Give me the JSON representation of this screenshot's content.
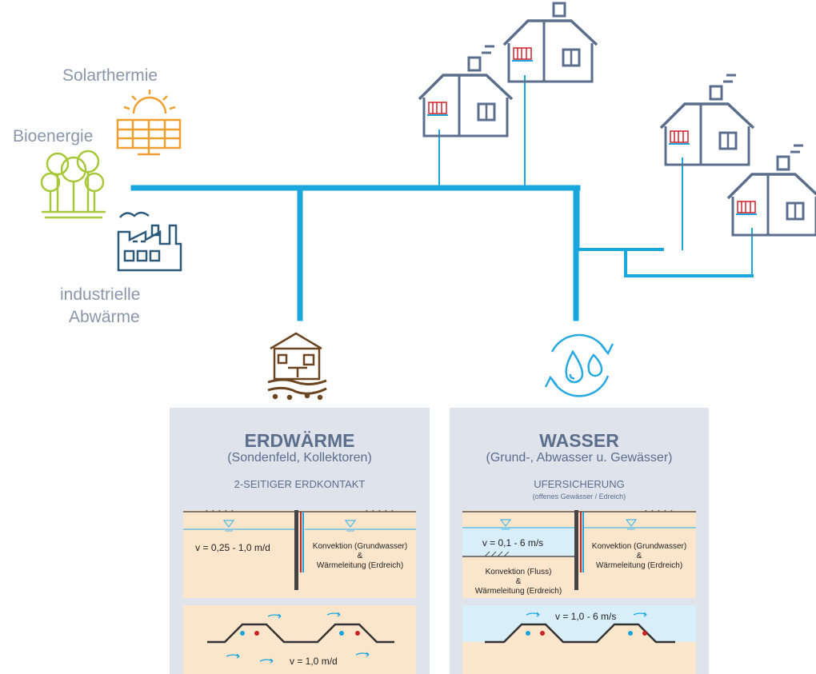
{
  "sources": {
    "solar_label": "Solarthermie",
    "bio_label": "Bioenergie",
    "industrial_label_line1": "industrielle",
    "industrial_label_line2": "Abwärme"
  },
  "panel_left": {
    "title": "ERDWÄRME",
    "subtitle": "(Sondenfeld, Kollektoren)",
    "heading": "2-SEITIGER ERDKONTAKT",
    "velocity_top": "v = 0,25 - 1,0 m/d",
    "convection_line1": "Konvektion (Grundwasser)",
    "convection_amp": "&",
    "convection_line2": "Wärmeleitung (Erdreich)",
    "velocity_bottom": "v = 1,0 m/d"
  },
  "panel_right": {
    "title": "WASSER",
    "subtitle": "(Grund-, Abwasser u. Gewässer)",
    "heading": "UFERSICHERUNG",
    "heading_note": "(offenes Gewässer / Edreich)",
    "velocity_top": "v = 0,1 - 6 m/s",
    "river_line1": "Konvektion (Fluss)",
    "river_amp": "&",
    "river_line2": "Wärmeleitung (Erdreich)",
    "convection_line1": "Konvektion (Grundwasser)",
    "convection_amp": "&",
    "convection_line2": "Wärmeleitung (Erdreich)",
    "velocity_bottom": "v = 1,0 - 6 m/s"
  },
  "colors": {
    "pipe": "#1aa7de",
    "house": "#5b6e8c",
    "solar": "#f0a030",
    "bio": "#a8c83a",
    "industry": "#2d5a7a",
    "earth_icon": "#6b4420",
    "water_icon": "#27a9e1",
    "panel_bg": "#dfe3ec",
    "soil": "#fbe6cc",
    "water_layer": "#d8eef8",
    "red_dot": "#d0202a",
    "blue_dot": "#1fa3dc"
  },
  "icons": [
    "sun-solar-panel-icon",
    "trees-icon",
    "factory-icon",
    "house-icon",
    "radiator-icon",
    "earth-house-icon",
    "water-cycle-icon"
  ]
}
